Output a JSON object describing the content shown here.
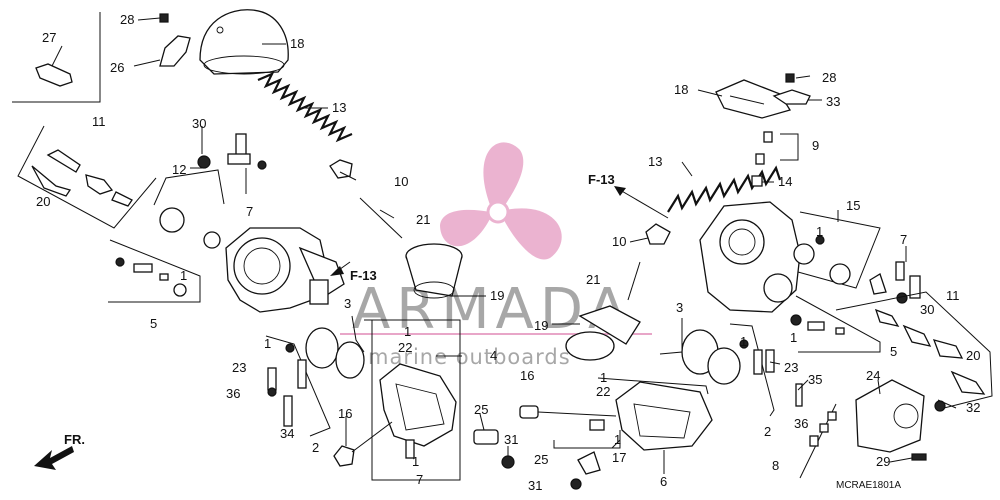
{
  "watermark": {
    "brand": "ARMADA",
    "tagline": "marine outboards",
    "logo_color": "#e8a6c8",
    "text_color": "#8a8a8a"
  },
  "diagram_code": "MCRAE1801A",
  "direction_label": "FR.",
  "ref_labels": {
    "left": "F-13",
    "right": "F-13"
  },
  "callouts": {
    "c28a": "28",
    "c27": "27",
    "c26": "26",
    "c18a": "18",
    "c13a": "13",
    "c11a": "11",
    "c30a": "30",
    "c12": "12",
    "c20a": "20",
    "c7a": "7",
    "c10a": "10",
    "c21a": "21",
    "c1a": "1",
    "c5a": "5",
    "c3a": "3",
    "c1b": "1",
    "c22a": "22",
    "c4": "4",
    "c19a": "19",
    "c16a": "16",
    "c1c": "1",
    "c23a": "23",
    "c36a": "36",
    "c34": "34",
    "c2a": "2",
    "c16b": "16",
    "c1d": "1",
    "c7b": "7",
    "c25a": "25",
    "c31a": "31",
    "c25b": "25",
    "c31b": "31",
    "c17": "17",
    "c1e": "1",
    "c6": "6",
    "c21b": "21",
    "c10b": "10",
    "c19b": "19",
    "c3b": "3",
    "c1f": "1",
    "c22b": "22",
    "c1g": "1",
    "c2b": "2",
    "c23b": "23",
    "c35": "35",
    "c36b": "36",
    "c8": "8",
    "c24": "24",
    "c29": "29",
    "c32": "32",
    "c20b": "20",
    "c11b": "11",
    "c30b": "30",
    "c7c": "7",
    "c5b": "5",
    "c1h": "1",
    "c15": "15",
    "c1i": "1",
    "c13b": "13",
    "c14": "14",
    "c9": "9",
    "c18b": "18",
    "c28b": "28",
    "c33": "33"
  }
}
